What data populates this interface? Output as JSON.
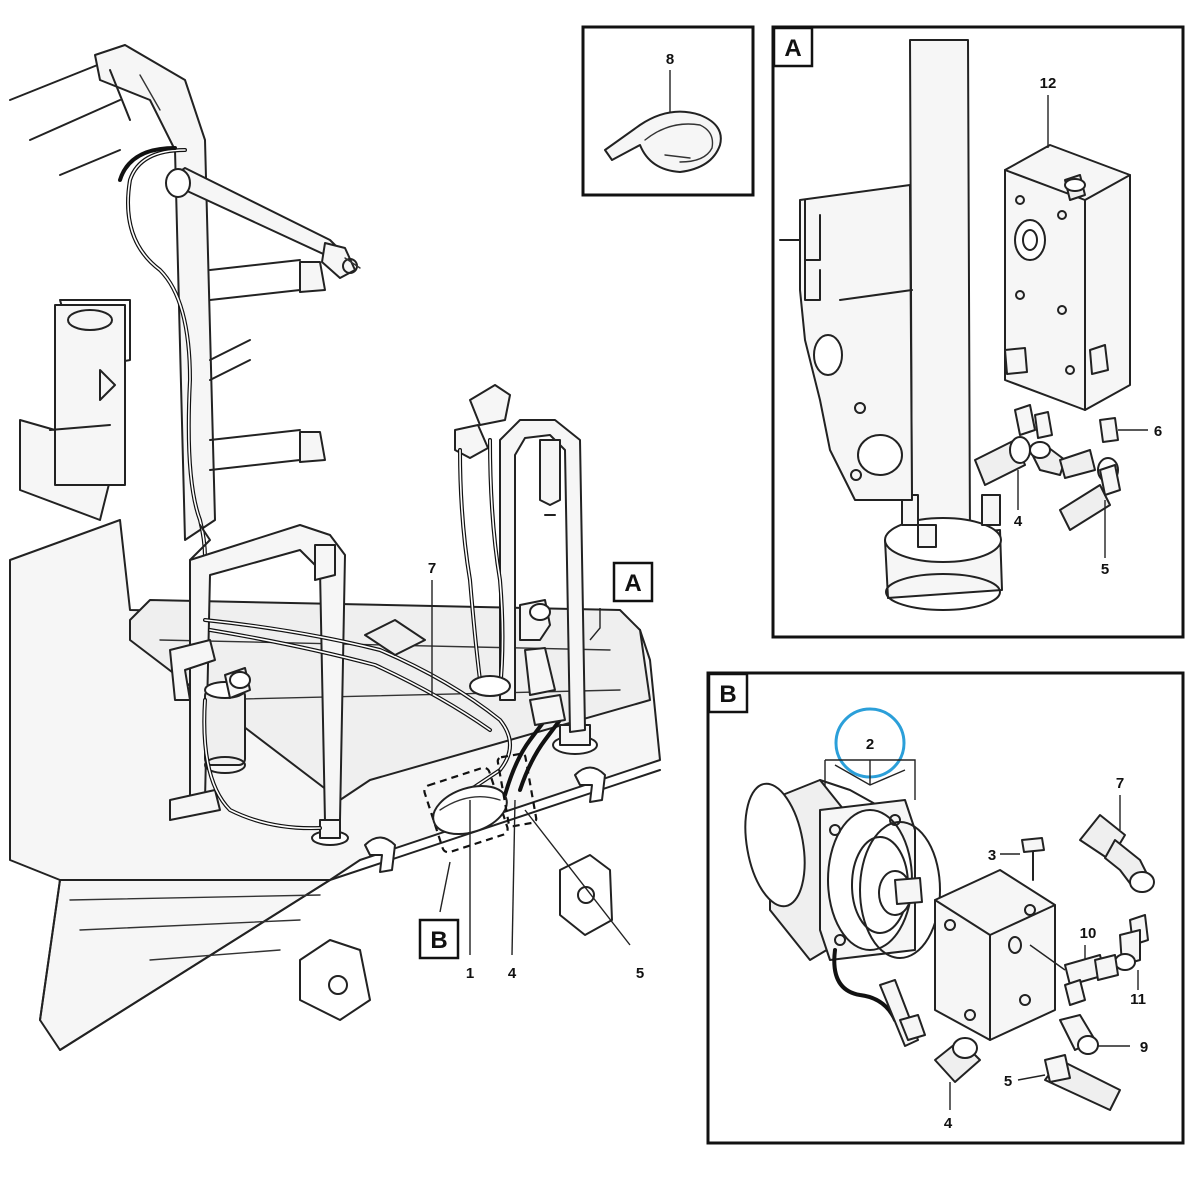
{
  "diagram": {
    "callouts": {
      "main_7": "7",
      "main_1": "1",
      "main_4": "4",
      "main_5": "5",
      "detail_8": "8",
      "a_12": "12",
      "a_6": "6",
      "a_4": "4",
      "a_5": "5",
      "b_2": "2",
      "b_3": "3",
      "b_7": "7",
      "b_10": "10",
      "b_11": "11",
      "b_9": "9",
      "b_5": "5",
      "b_4": "4"
    },
    "view_labels": {
      "main_A": "A",
      "main_B": "B",
      "detail_A": "A",
      "detail_B": "B"
    },
    "colors": {
      "line": "#222222",
      "highlight": "#2b9fd9",
      "background": "#ffffff"
    }
  }
}
